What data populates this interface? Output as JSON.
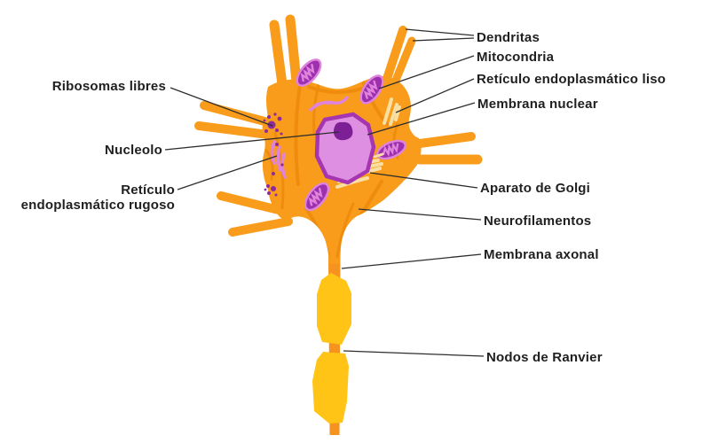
{
  "labels": {
    "dendritas": "Dendritas",
    "mitocondria": "Mitocondria",
    "reticulo_liso": "Retículo endoplasmático liso",
    "membrana_nuclear": "Membrana nuclear",
    "ribosomas_libres": "Ribosomas libres",
    "nucleolo": "Nucleolo",
    "reticulo_rugoso": "Retículo\nendoplasmático rugoso",
    "aparato_golgi": "Aparato de Golgi",
    "neurofilamentos": "Neurofilamentos",
    "membrana_axonal": "Membrana axonal",
    "nodos_ranvier": "Nodos de Ranvier"
  },
  "colors": {
    "soma_orange": "#F99C1B",
    "streak_orange": "#EE8A0C",
    "axon_orange": "#F6921E",
    "myelin_yellow": "#FFC415",
    "nucleus_fill": "#DE8FE2",
    "nucleus_border": "#A535B0",
    "nucleolus_purple": "#7D1F95",
    "mito_body_purple": "#9C30AE",
    "organelle_pink": "#E083DC",
    "pale_yellow": "#F9DFA2",
    "ribosome_purple": "#8E2AA0",
    "label_text": "#1F1F1F",
    "leader_line": "#2D2D2D"
  }
}
